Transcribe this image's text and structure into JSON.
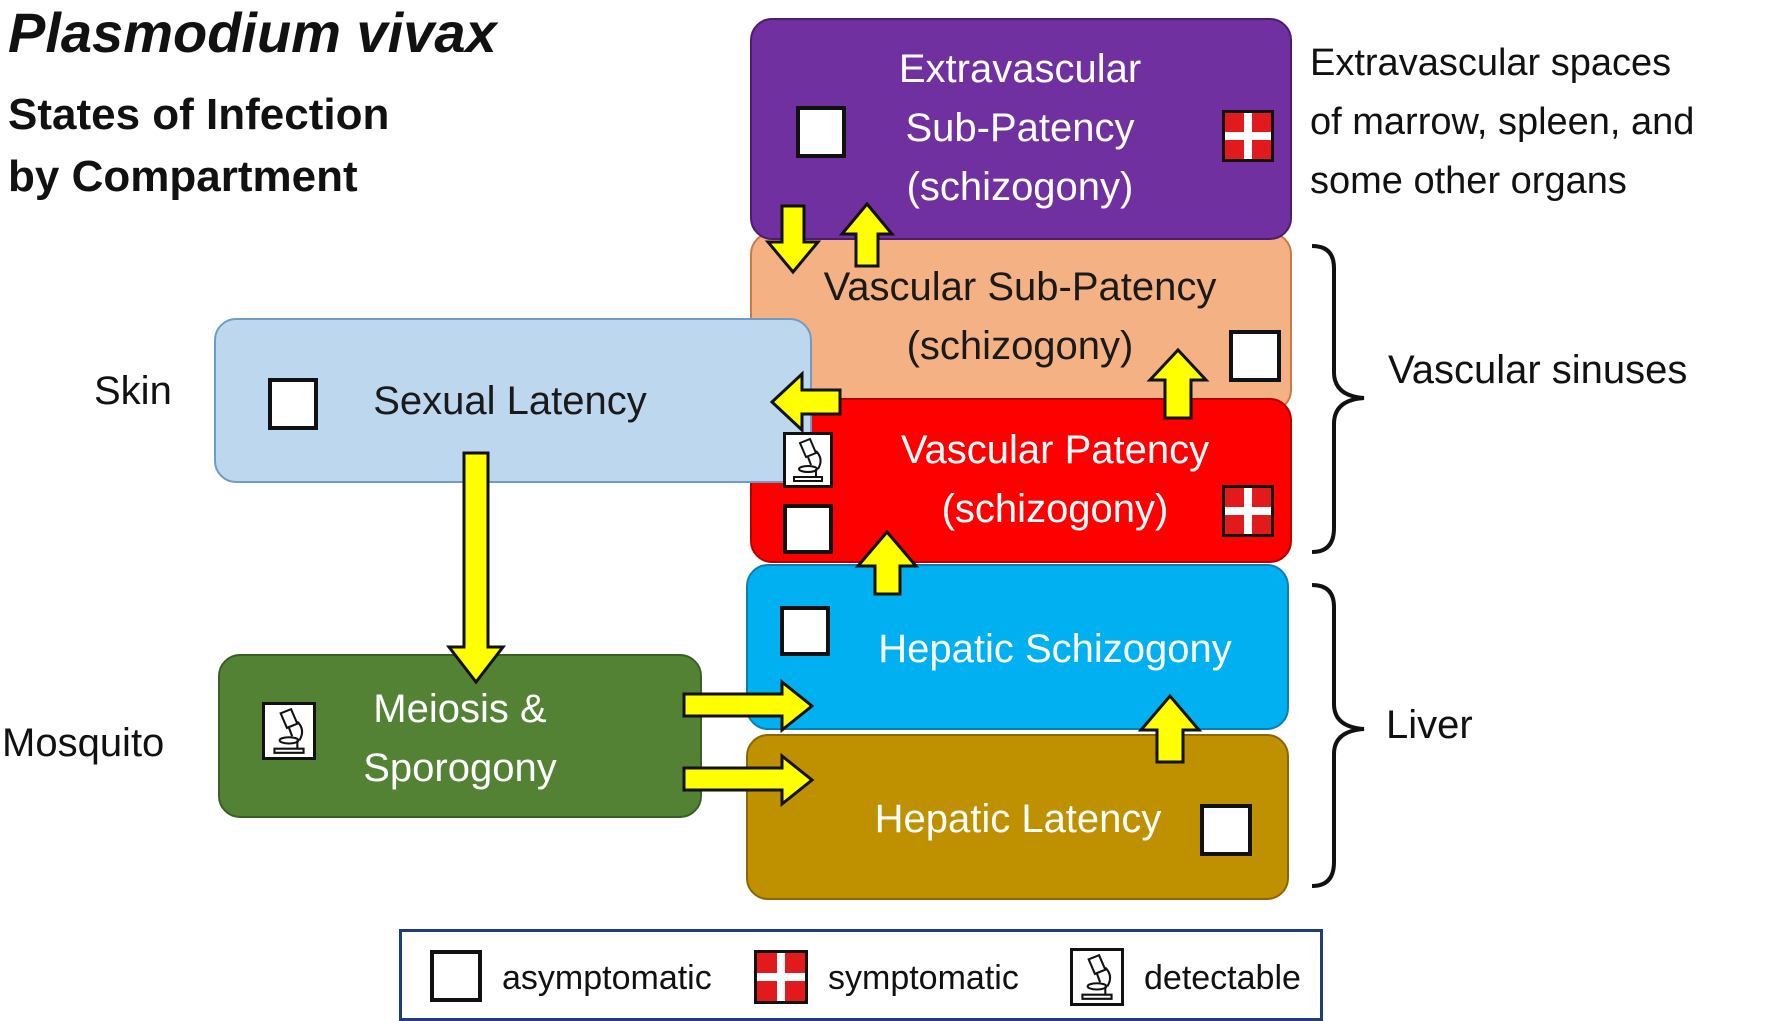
{
  "title": "Plasmodium vivax",
  "subtitle": [
    "States of Infection",
    "by Compartment"
  ],
  "compartments": {
    "skin": "Skin",
    "mosquito": "Mosquito",
    "vascular": "Vascular sinuses",
    "liver": "Liver",
    "extravascular": [
      "Extravascular spaces",
      "of marrow, spleen, and",
      "some other organs"
    ]
  },
  "states": {
    "extravascular": [
      "Extravascular",
      "Sub-Patency",
      "(schizogony)"
    ],
    "vascular_sub": [
      "Vascular Sub-Patency",
      "(schizogony)"
    ],
    "vascular_patency": [
      "Vascular Patency",
      "(schizogony)"
    ],
    "sexual_latency": "Sexual Latency",
    "hepatic_schizogony": "Hepatic Schizogony",
    "hepatic_latency": "Hepatic Latency",
    "meiosis": [
      "Meiosis &",
      "Sporogony"
    ]
  },
  "legend": {
    "asymptomatic": "asymptomatic",
    "symptomatic": "symptomatic",
    "detectable": "detectable"
  },
  "colors": {
    "purple": "#7030a0",
    "peach": "#f4b183",
    "red": "#ff0000",
    "light_blue": "#bdd7ee",
    "sky": "#00b0f0",
    "gold": "#bf9000",
    "green": "#548235",
    "arrow": "#ffff00"
  },
  "icons": {
    "asymptomatic": "empty-square-icon",
    "symptomatic": "red-cross-icon",
    "detectable": "microscope-icon"
  }
}
